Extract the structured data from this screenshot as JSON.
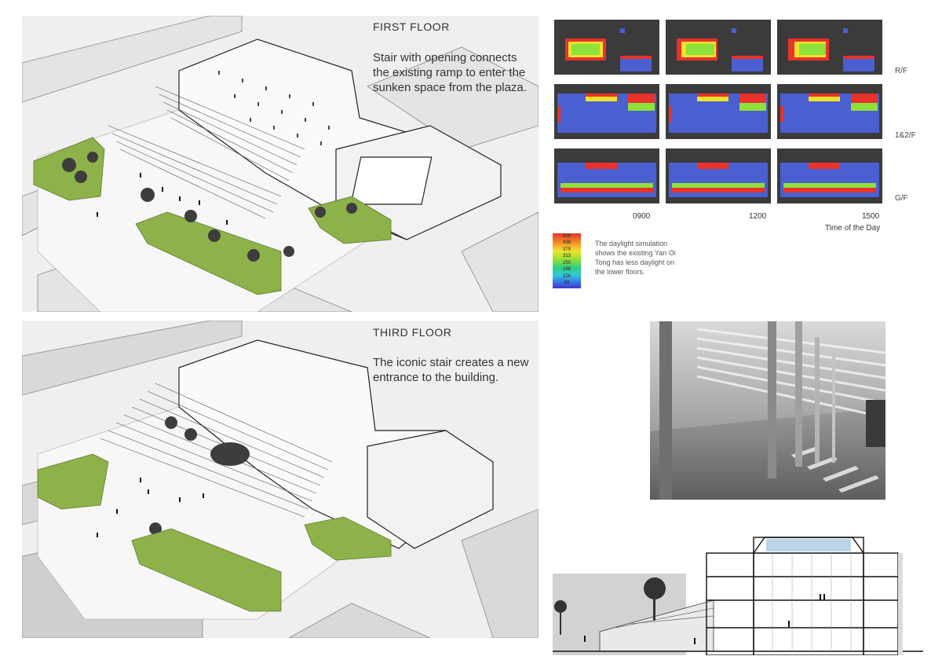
{
  "first_floor": {
    "title": "FIRST FLOOR",
    "caption_lines": [
      "Stair with opening connects",
      "the existing ramp to enter the",
      "sunken space from the plaza."
    ]
  },
  "third_floor": {
    "title": "THIRD FLOOR",
    "caption_lines": [
      "The iconic stair creates a new",
      "entrance to the building."
    ]
  },
  "daylight": {
    "rows": [
      "R/F",
      "1&2/F",
      "G/F"
    ],
    "times": [
      "0900",
      "1200",
      "1500"
    ],
    "time_axis_label": "Time of the Day",
    "legend_values": [
      "500",
      "438",
      "375",
      "313",
      "250",
      "188",
      "126",
      "63"
    ],
    "note_lines": [
      "The daylight simulation",
      "shows the existing Yan Oi",
      "Tong has less daylight on",
      "the lower  floors."
    ]
  },
  "colors": {
    "paper": "#ffffff",
    "axo_bg": "#efefef",
    "green_roof": "#8db24a",
    "sim_bg": "#3b3b3b",
    "sim_blue": "#4a5fd0"
  }
}
